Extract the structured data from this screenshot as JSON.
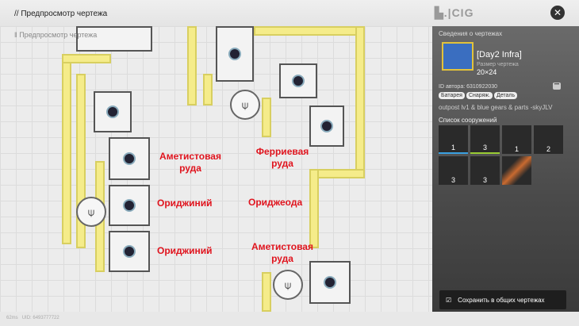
{
  "header": {
    "title": "// Предпросмотр чертежа",
    "logo": "▙.|CIG",
    "close_icon": "close-icon"
  },
  "canvas": {
    "subtitle": "‖ Предпросмотр чертежа",
    "labels": [
      "Аметистовая руда",
      "Ферриевая руда",
      "Ориджиний",
      "Ориджеода",
      "Ориджиний",
      "Аметистовая руда"
    ]
  },
  "panel": {
    "title": "Сведения о чертежах",
    "name": "[Day2 Infra]",
    "size_label": "Размер чертежа",
    "size": "20×24",
    "author": "ID автора: 6310922030",
    "more": "•••",
    "tags": [
      "Батарея",
      "Снаряж.",
      "Деталь"
    ],
    "description": "outpost lv1 & blue gears & parts -skyJLV",
    "list_title": "Список сооружений",
    "buildings": [
      "1",
      "3",
      "1",
      "2",
      "3",
      "3",
      ""
    ]
  },
  "save_label": "Сохранить в общих чертежах",
  "footer": {
    "ping": "62ms",
    "uid": "UID: 6493777722"
  }
}
